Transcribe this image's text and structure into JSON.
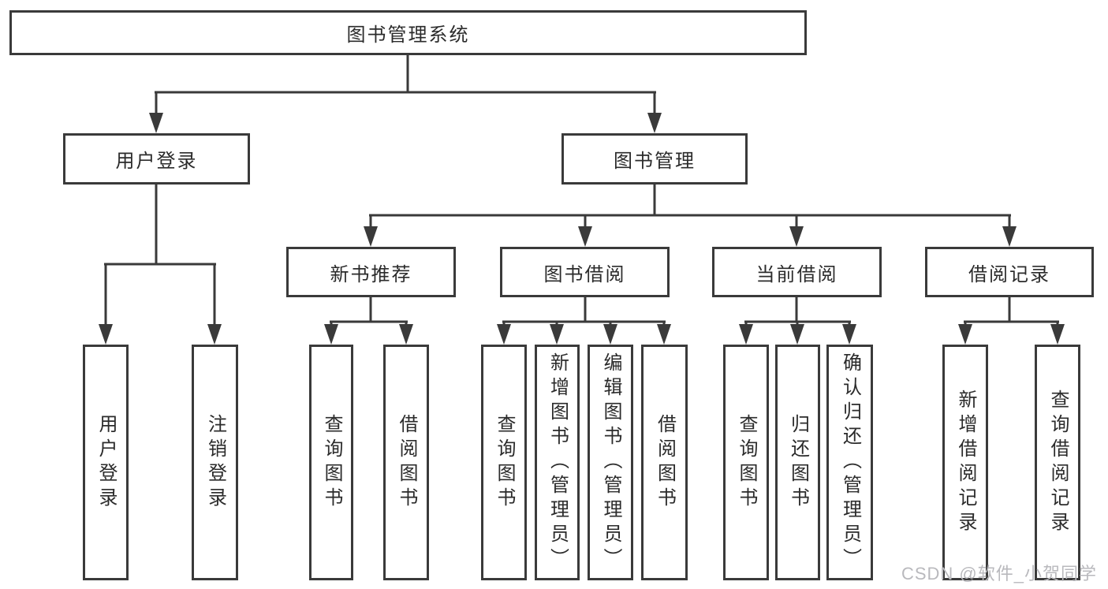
{
  "diagram": {
    "root": {
      "label": "图书管理系统"
    },
    "level2": [
      {
        "label": "用户登录"
      },
      {
        "label": "图书管理"
      }
    ],
    "level3": [
      {
        "label": "新书推荐"
      },
      {
        "label": "图书借阅"
      },
      {
        "label": "当前借阅"
      },
      {
        "label": "借阅记录"
      }
    ],
    "leaves": [
      {
        "label": "用户登录"
      },
      {
        "label": "注销登录"
      },
      {
        "label": "查询图书"
      },
      {
        "label": "借阅图书"
      },
      {
        "label": "查询图书"
      },
      {
        "label": "新增图书（管理员）"
      },
      {
        "label": "编辑图书（管理员）"
      },
      {
        "label": "借阅图书"
      },
      {
        "label": "查询图书"
      },
      {
        "label": "归还图书"
      },
      {
        "label": "确认归还（管理员）"
      },
      {
        "label": "新增借阅记录"
      },
      {
        "label": "查询借阅记录"
      }
    ],
    "watermark": "CSDN @软件_小贺同学",
    "colors": {
      "line": "#3a3a3a",
      "text": "#2b2b2b",
      "watermark": "#b9b9bd",
      "background": "#ffffff"
    }
  }
}
